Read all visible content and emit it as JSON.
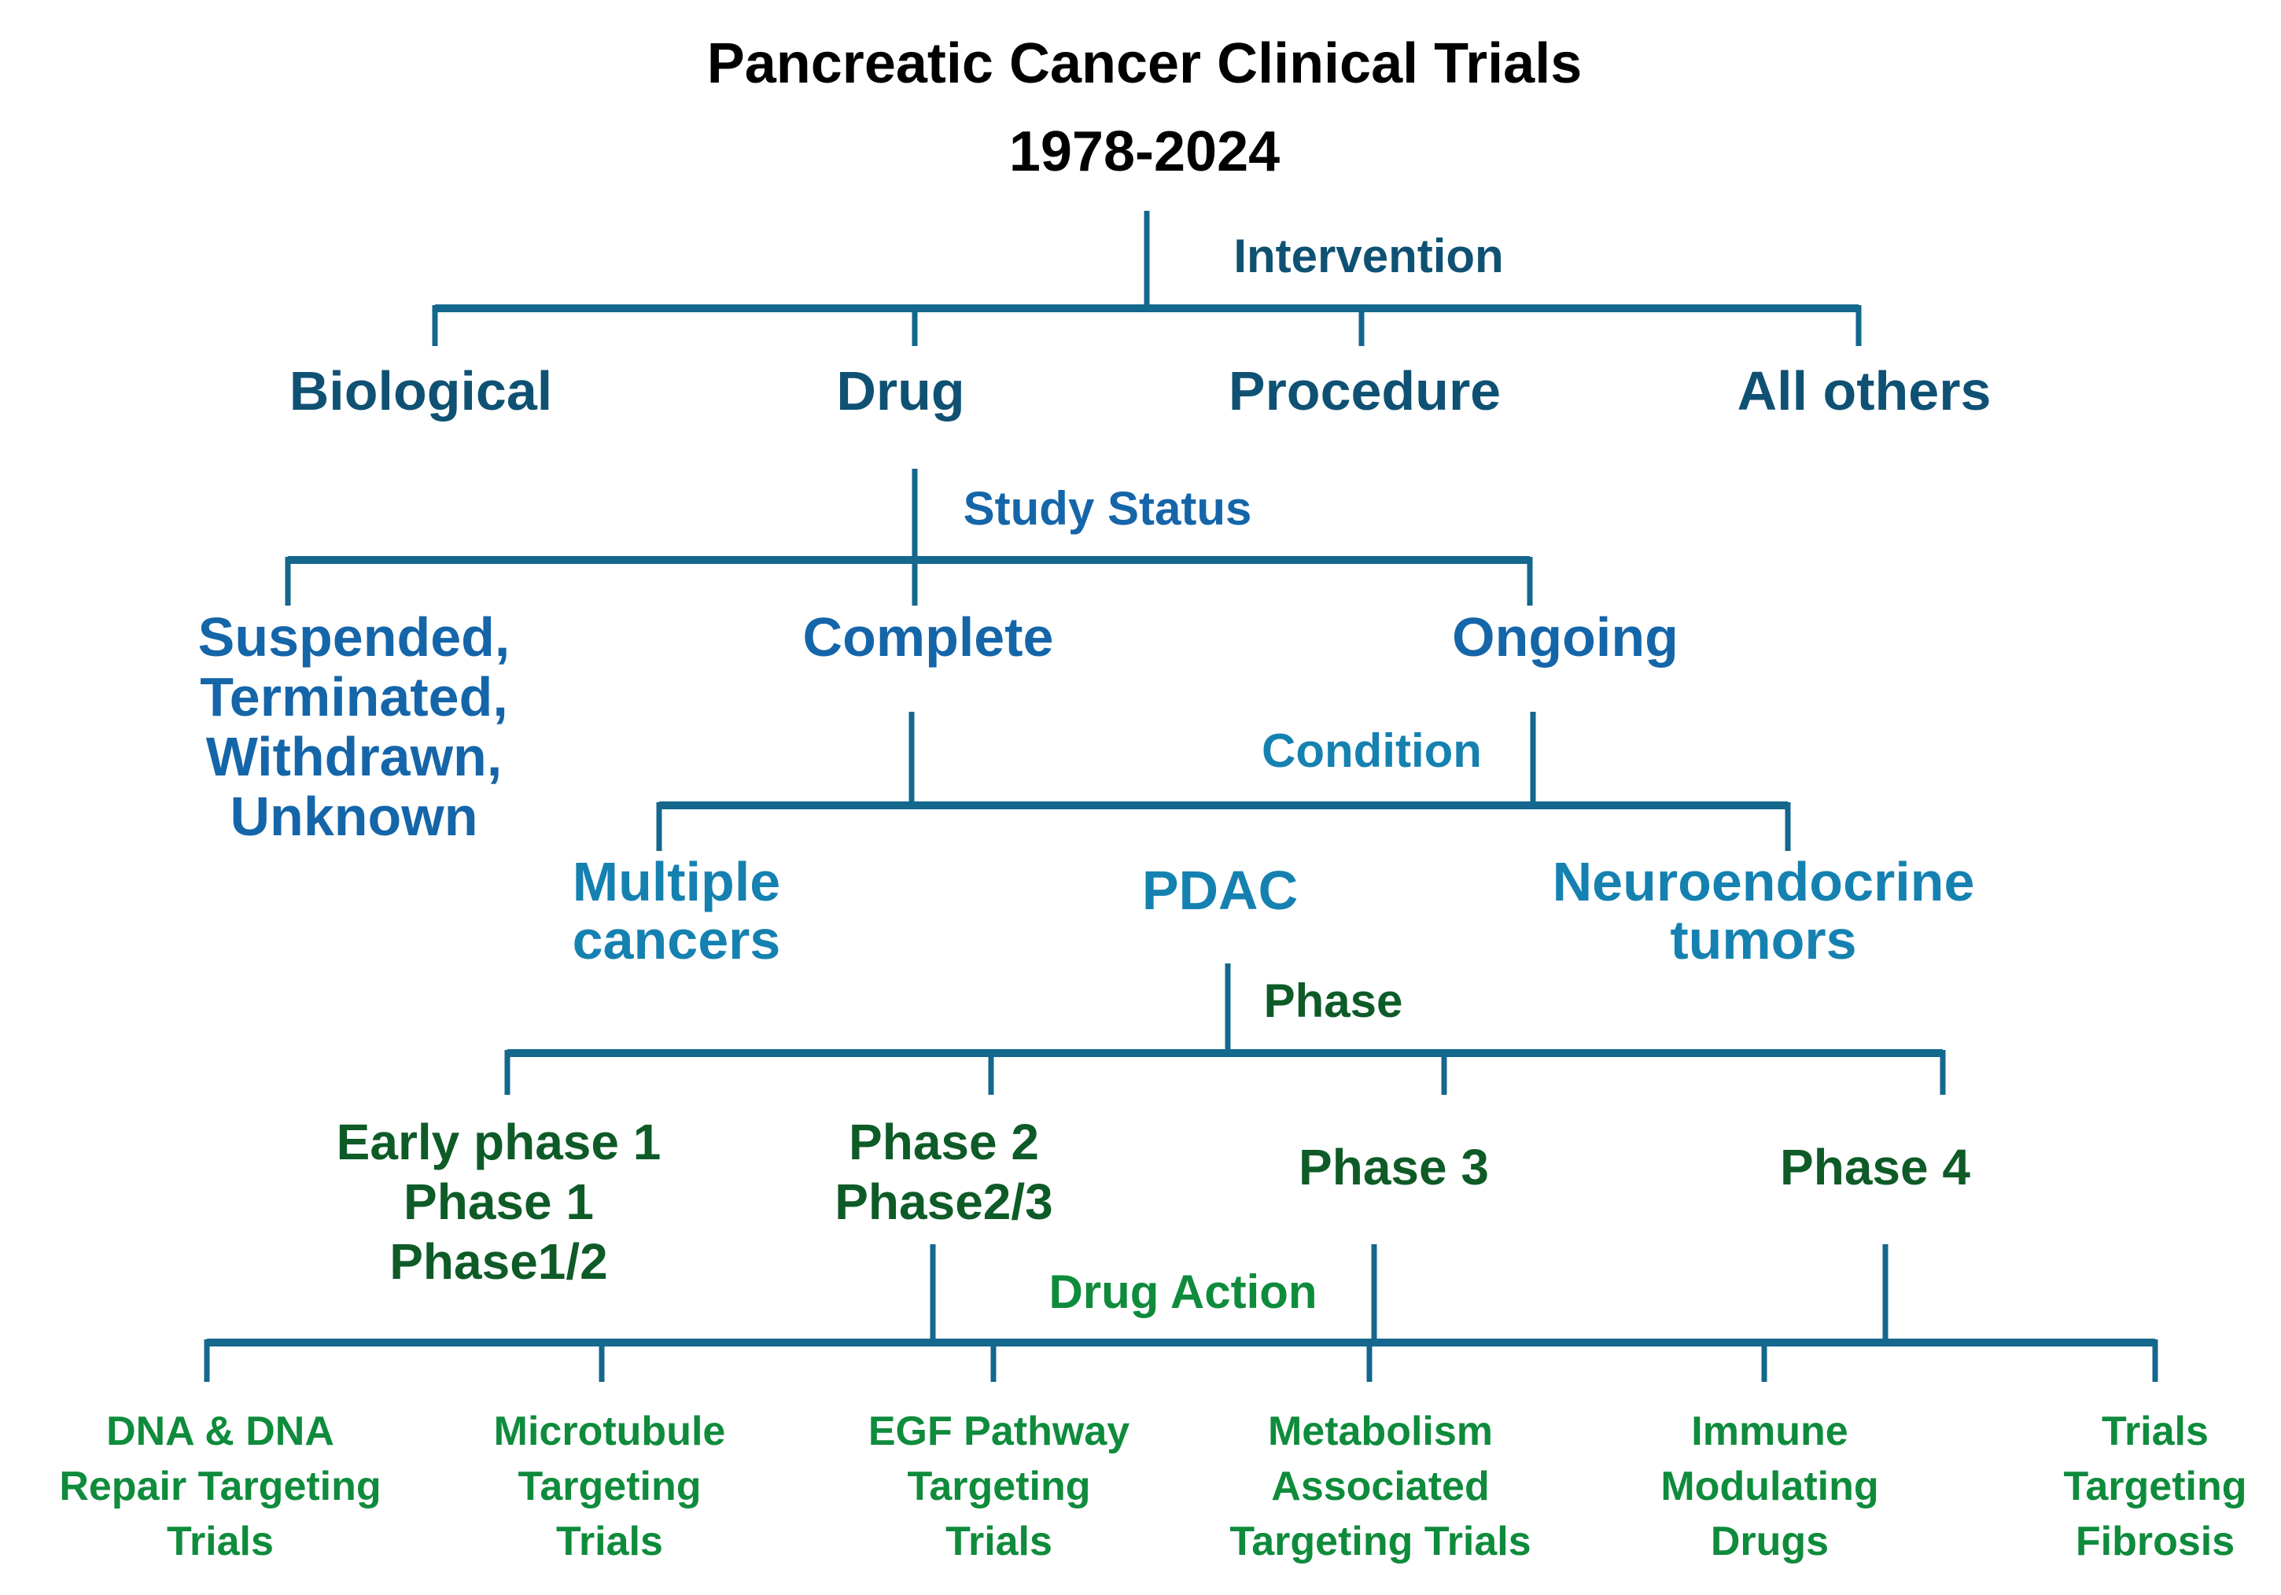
{
  "title": "Pancreatic Cancer Clinical Trials\n1978-2024",
  "branches": {
    "intervention": {
      "label": "Intervention",
      "children": [
        "Biological",
        "Drug",
        "Procedure",
        "All others"
      ]
    },
    "study_status": {
      "label": "Study Status",
      "children": [
        "Suspended,\nTerminated,\nWithdrawn,\nUnknown",
        "Complete",
        "Ongoing"
      ]
    },
    "condition": {
      "label": "Condition",
      "children": [
        "Multiple\ncancers",
        "PDAC",
        "Neuroendocrine\ntumors"
      ]
    },
    "phase": {
      "label": "Phase",
      "children": [
        "Early phase 1\nPhase 1\nPhase1/2",
        "Phase 2\nPhase2/3",
        "Phase 3",
        "Phase 4"
      ]
    },
    "drug_action": {
      "label": "Drug Action",
      "children": [
        "DNA & DNA\nRepair Targeting\nTrials",
        "Microtubule\nTargeting\nTrials",
        "EGF Pathway\nTargeting\nTrials",
        "Metabolism\nAssociated\nTargeting Trials",
        "Immune\nModulating\nDrugs",
        "Trials\nTargeting\nFibrosis"
      ]
    }
  },
  "colors": {
    "title_text": "#000000",
    "level1_text": "#0f5173",
    "level2_text": "#1565a9",
    "level3_text": "#1581b0",
    "level4_text": "#0e5b28",
    "level5_text": "#0f8b3c",
    "connector": "#14678d"
  }
}
